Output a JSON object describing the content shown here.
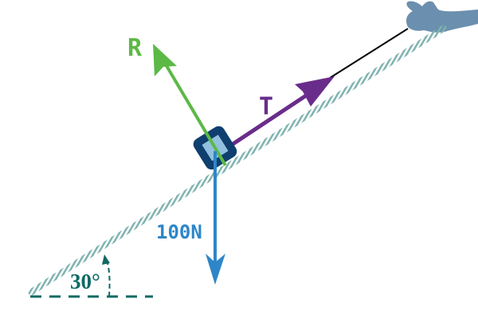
{
  "labels": {
    "reaction": "R",
    "tension": "T",
    "weight": "100N",
    "angle": "30°"
  },
  "colors": {
    "reaction": "#5cb946",
    "tension": "#6a2c8a",
    "weight": "#2e86c8",
    "block_outer": "#0e3f6e",
    "block_inner": "#92c1e0",
    "slope_hatch": "#7fb3b0",
    "angle": "#0d6a63",
    "hand": "#6b8fae",
    "string": "#000000"
  }
}
